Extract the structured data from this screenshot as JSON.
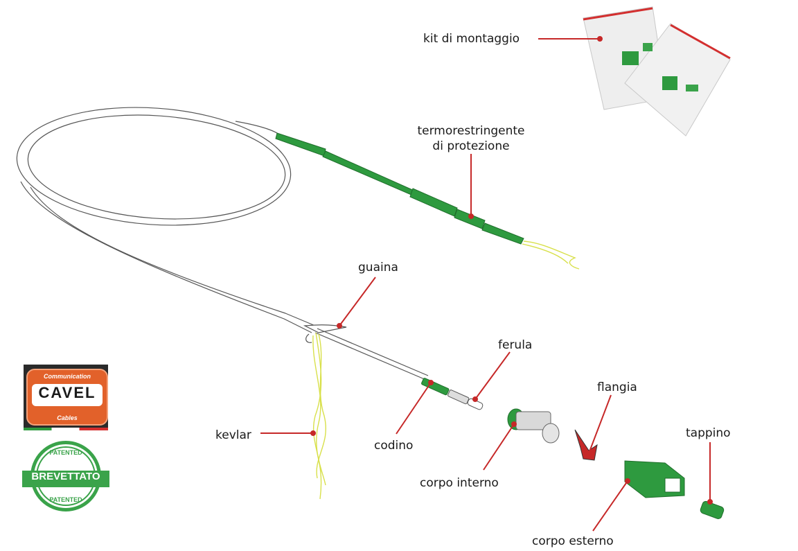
{
  "labels": {
    "kit": "kit di montaggio",
    "termo_line1": "termorestringente",
    "termo_line2": "di protezione",
    "guaina": "guaina",
    "ferula": "ferula",
    "kevlar": "kevlar",
    "codino": "codino",
    "flangia": "flangia",
    "tappino": "tappino",
    "corpo_interno": "corpo interno",
    "corpo_esterno": "corpo esterno"
  },
  "logo": {
    "top": "Communication",
    "name": "CAVEL",
    "bottom": "Cables"
  },
  "badge": {
    "top": "PATENTED",
    "band": "BREVETTATO",
    "bottom": "PATENTED"
  },
  "colors": {
    "accent": "#c62828",
    "green": "#2e9a3f",
    "kevlar": "#d8e04a",
    "cavel_orange": "#e2612a"
  }
}
